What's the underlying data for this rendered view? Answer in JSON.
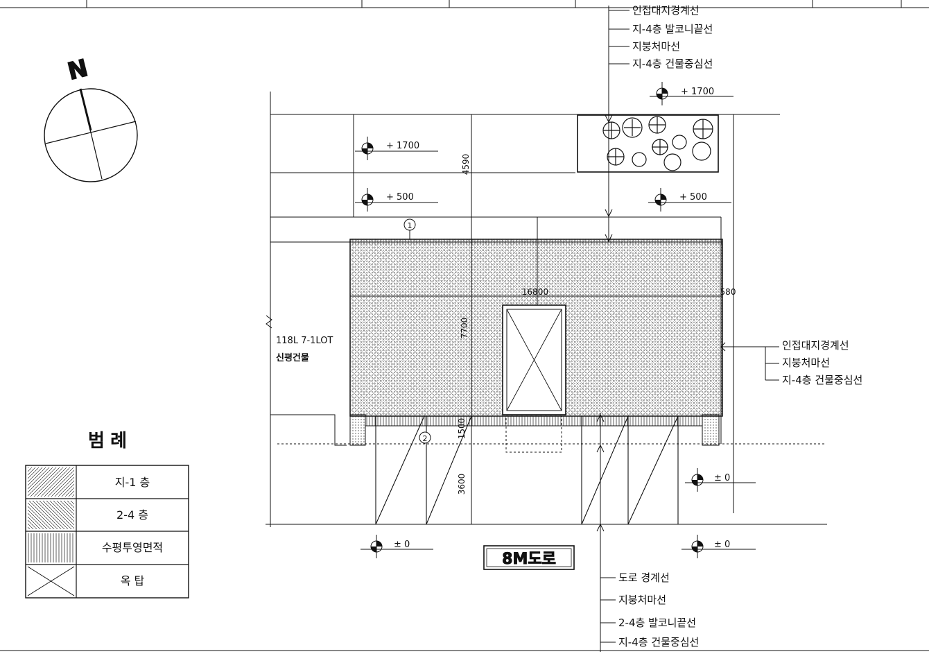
{
  "north": {
    "letter": "N"
  },
  "legend": {
    "title": "범  례",
    "items": [
      {
        "label": "지-1 층"
      },
      {
        "label": "2-4 층"
      },
      {
        "label": "수평투영면적"
      },
      {
        "label": "옥    탑"
      }
    ]
  },
  "site": {
    "neighbor_label_1": "118L 7-1LOT",
    "neighbor_label_2": "신평건물",
    "road_label": "8M도로",
    "markers": {
      "one": "1",
      "two": "2"
    }
  },
  "levels": {
    "top_right": "+ 1700",
    "upper_left": "+ 1700",
    "mid_left": "+ 500",
    "mid_right": "+ 500",
    "lower_right": "± 0",
    "bottom_left": "± 0",
    "bottom_right": "± 0"
  },
  "dimensions": {
    "d4590": "4590",
    "d16800": "16800",
    "d580": "580",
    "d7700": "7700",
    "d1500": "1500",
    "d3600": "3600"
  },
  "callouts": {
    "top": [
      "인접대지경계선",
      "지-4층  발코니끝선",
      "지붕처마선",
      "지-4층  건물중심선"
    ],
    "right": [
      "인접대지경계선",
      "지붕처마선",
      "지-4층  건물중심선"
    ],
    "bottom": [
      "도로  경계선",
      "지붕처마선",
      "2-4층  발코니끝선",
      "지-4층  건물중심선"
    ]
  }
}
